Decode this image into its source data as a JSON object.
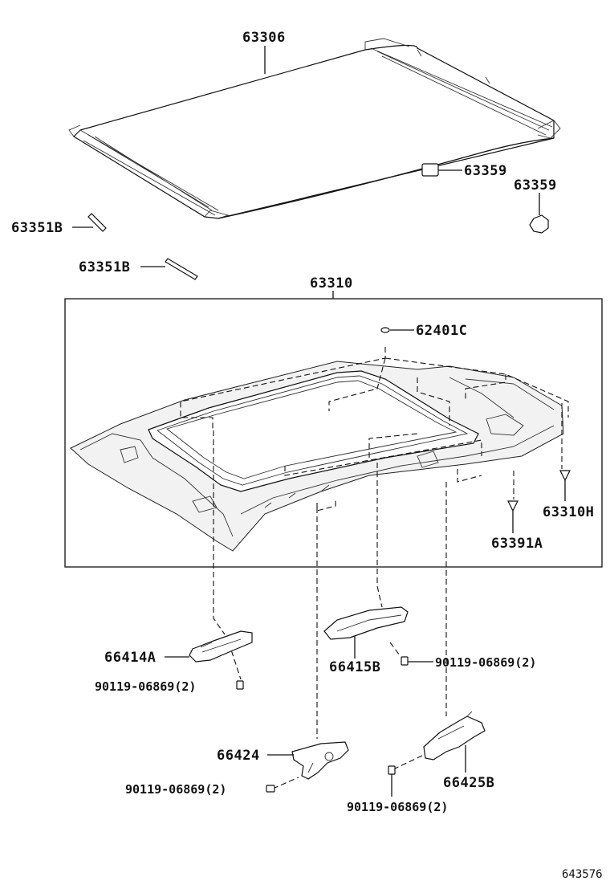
{
  "labels": {
    "p63306": "63306",
    "p63359a": "63359",
    "p63359b": "63359",
    "p63351b_1": "63351B",
    "p63351b_2": "63351B",
    "p63310": "63310",
    "p62401c": "62401C",
    "p63310h": "63310H",
    "p63391a": "63391A",
    "p66414a": "66414A",
    "p66415b": "66415B",
    "p66424": "66424",
    "p66425b": "66425B",
    "p90119_1": "90119-06869(2)",
    "p90119_2": "90119-06869(2)",
    "p90119_3": "90119-06869(2)",
    "p90119_4": "90119-06869(2)",
    "diagram_id": "643576"
  }
}
